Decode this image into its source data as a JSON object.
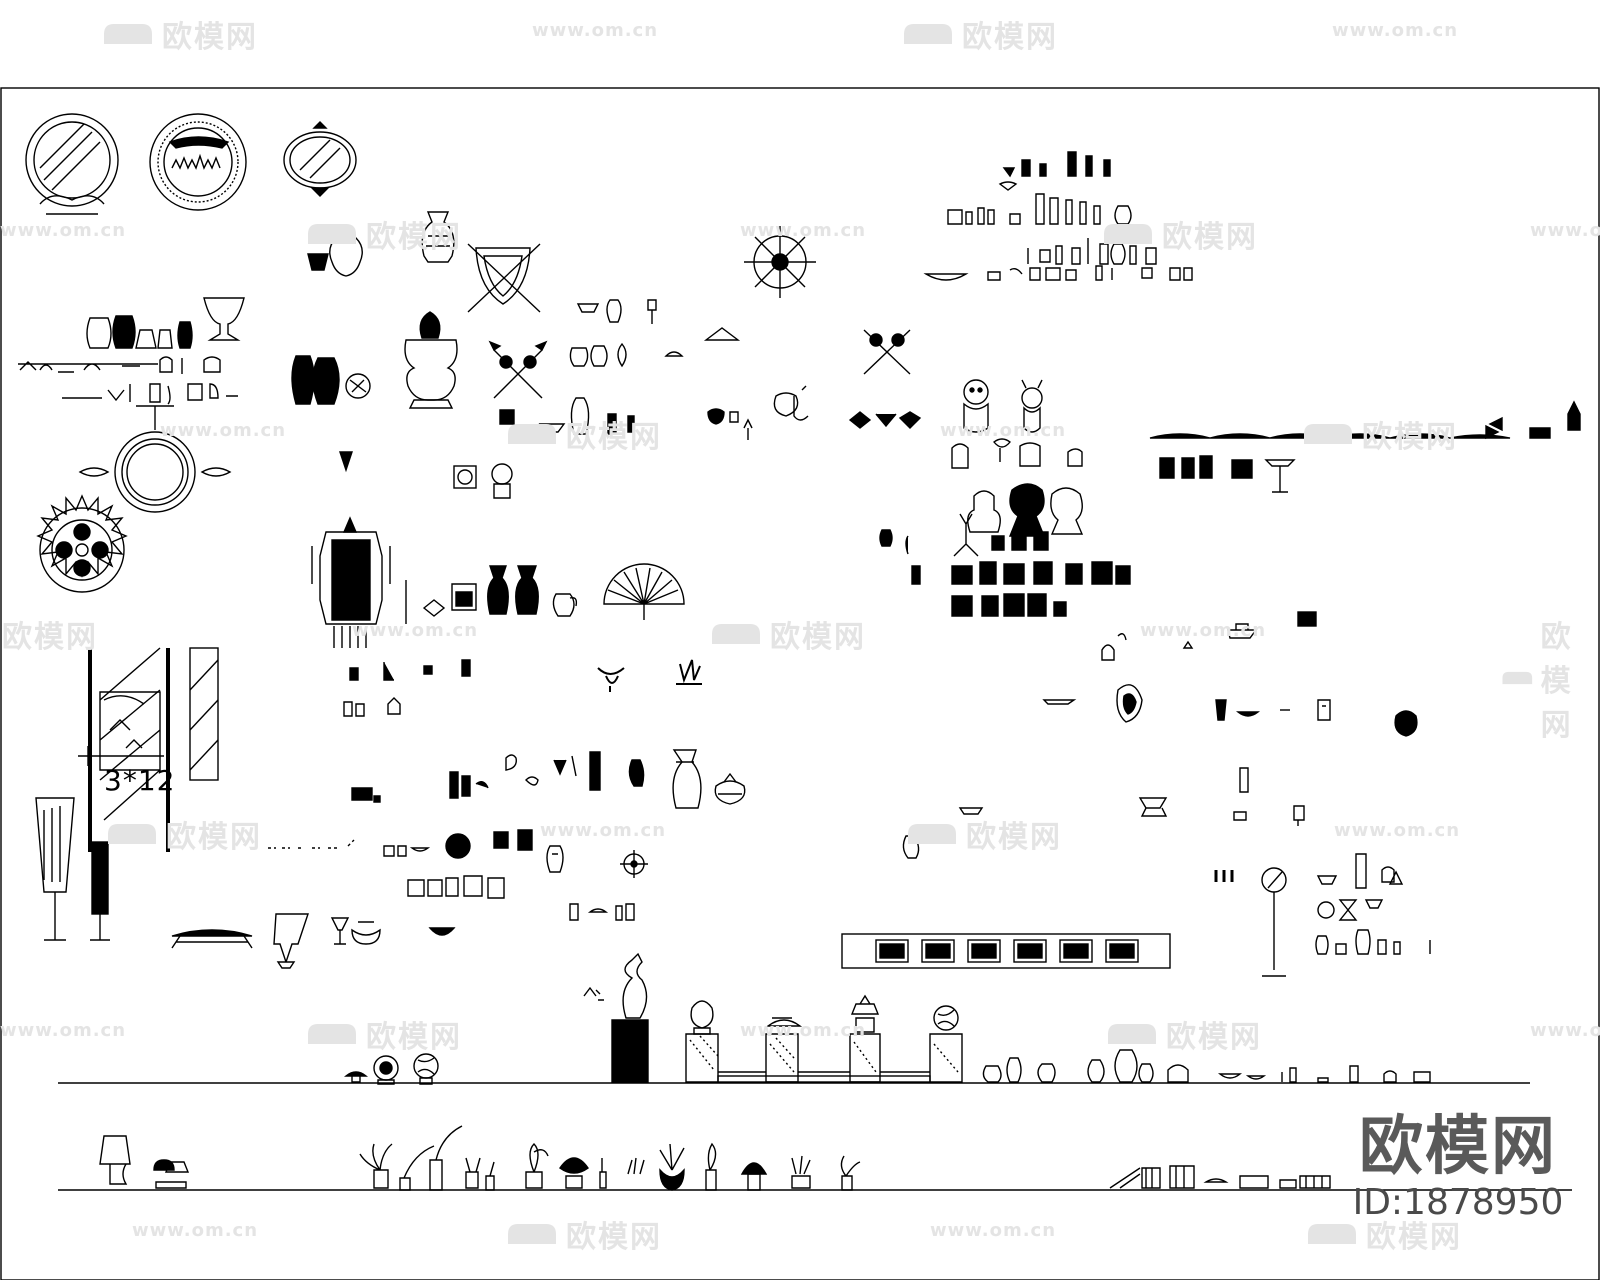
{
  "watermark": {
    "brand": "欧模网",
    "url": "www.om.cn"
  },
  "drawing": {
    "dimension_label": "3*12"
  },
  "corner": {
    "brand": "欧模网",
    "id": "ID:1878950"
  }
}
